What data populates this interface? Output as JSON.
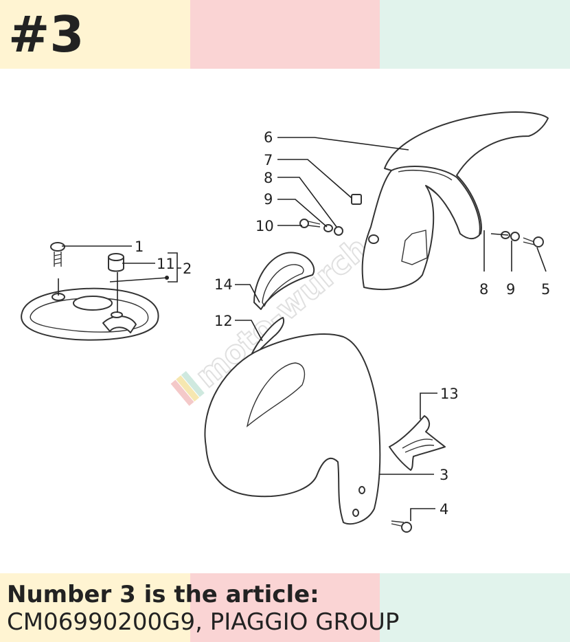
{
  "header": {
    "number": "#3"
  },
  "footer": {
    "line1": "Number 3 is the article:",
    "line2": "CM06990200G9, PIAGGIO GROUP"
  },
  "diagram": {
    "watermark": "moto-wurch",
    "callouts": {
      "c1": "1",
      "c2": "2",
      "c3": "3",
      "c4": "4",
      "c5": "5",
      "c6": "6",
      "c7": "7",
      "c8a": "8",
      "c8b": "8",
      "c9a": "9",
      "c9b": "9",
      "c10": "10",
      "c11": "11",
      "c12": "12",
      "c13": "13",
      "c14": "14"
    }
  },
  "colors": {
    "band1": "#fff4d2",
    "band2": "#fad4d4",
    "band3": "#e1f3ec",
    "text": "#222222"
  }
}
